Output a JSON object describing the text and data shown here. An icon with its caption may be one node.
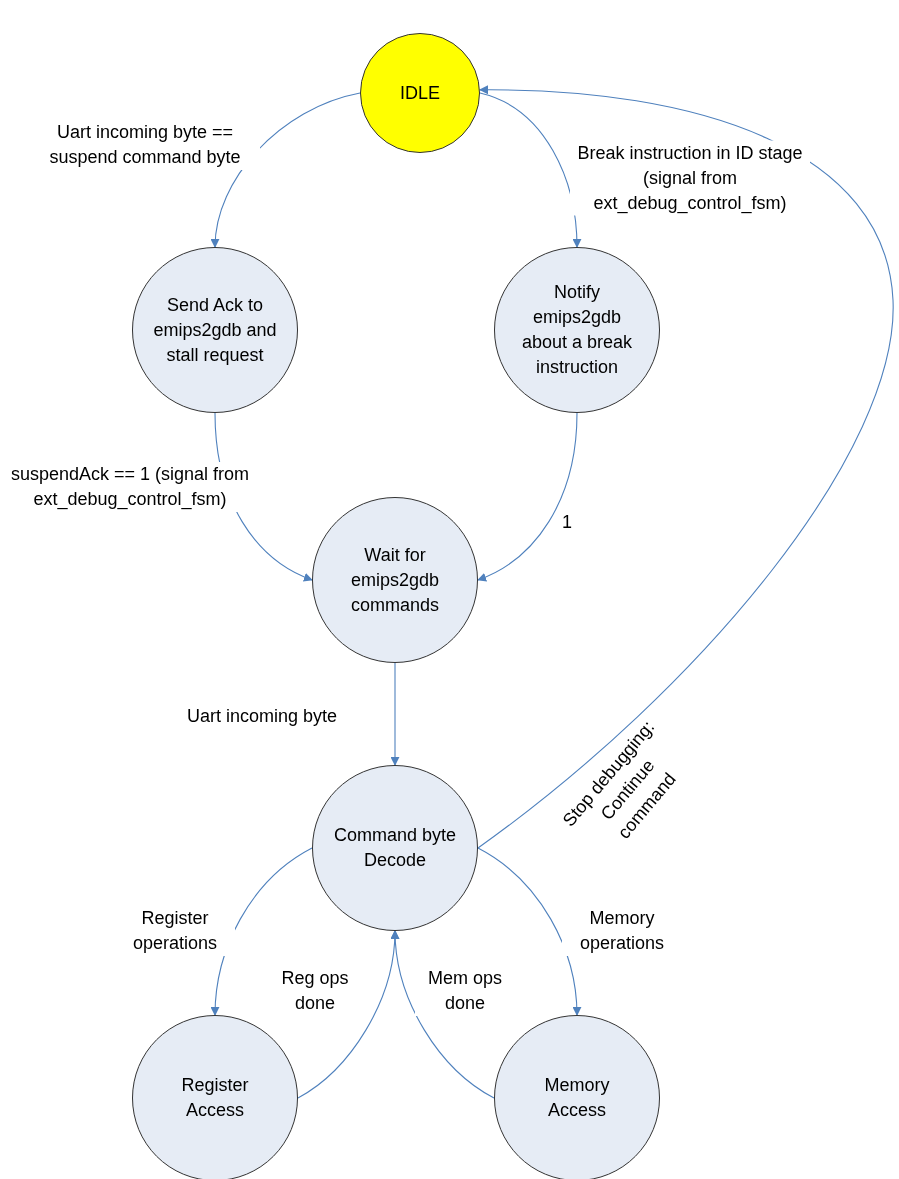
{
  "diagram": {
    "nodes": [
      {
        "text": [
          "IDLE"
        ]
      },
      {
        "text": [
          "Send Ack to emips2gdb and stall request"
        ]
      },
      {
        "text": [
          "Notify emips2gdb about a break instruction"
        ]
      },
      {
        "text": [
          "Wait for emips2gdb commands"
        ]
      },
      {
        "text": [
          "Command byte Decode"
        ]
      },
      {
        "text": [
          "Register Access"
        ]
      },
      {
        "text": [
          "Memory Access"
        ]
      }
    ],
    "edges": [
      {
        "from": 0,
        "to": 1,
        "arrow": "to",
        "label": "Uart incoming byte == suspend command byte"
      },
      {
        "from": 0,
        "to": 2,
        "arrow": "to",
        "label": "Break instruction in ID stage (signal from ext_debug_control_fsm)"
      },
      {
        "from": 1,
        "to": 3,
        "arrow": "to",
        "label": "suspendAck == 1 (signal from ext_debug_control_fsm)"
      },
      {
        "from": 2,
        "to": 3,
        "arrow": "to",
        "label": "1"
      },
      {
        "from": 3,
        "to": 4,
        "arrow": "to",
        "label": "Uart incoming byte"
      },
      {
        "from": 4,
        "to": 0,
        "arrow": "to",
        "label": "Stop debugging: Continue command"
      },
      {
        "from": 4,
        "to": 5,
        "arrow": "to",
        "label": "Register operations"
      },
      {
        "from": 5,
        "to": 4,
        "arrow": "to",
        "label": "Reg ops done"
      },
      {
        "from": 6,
        "to": 4,
        "arrow": "to",
        "label": "Mem ops done"
      },
      {
        "from": 4,
        "to": 6,
        "arrow": "to",
        "label": "Memory operations"
      }
    ]
  }
}
